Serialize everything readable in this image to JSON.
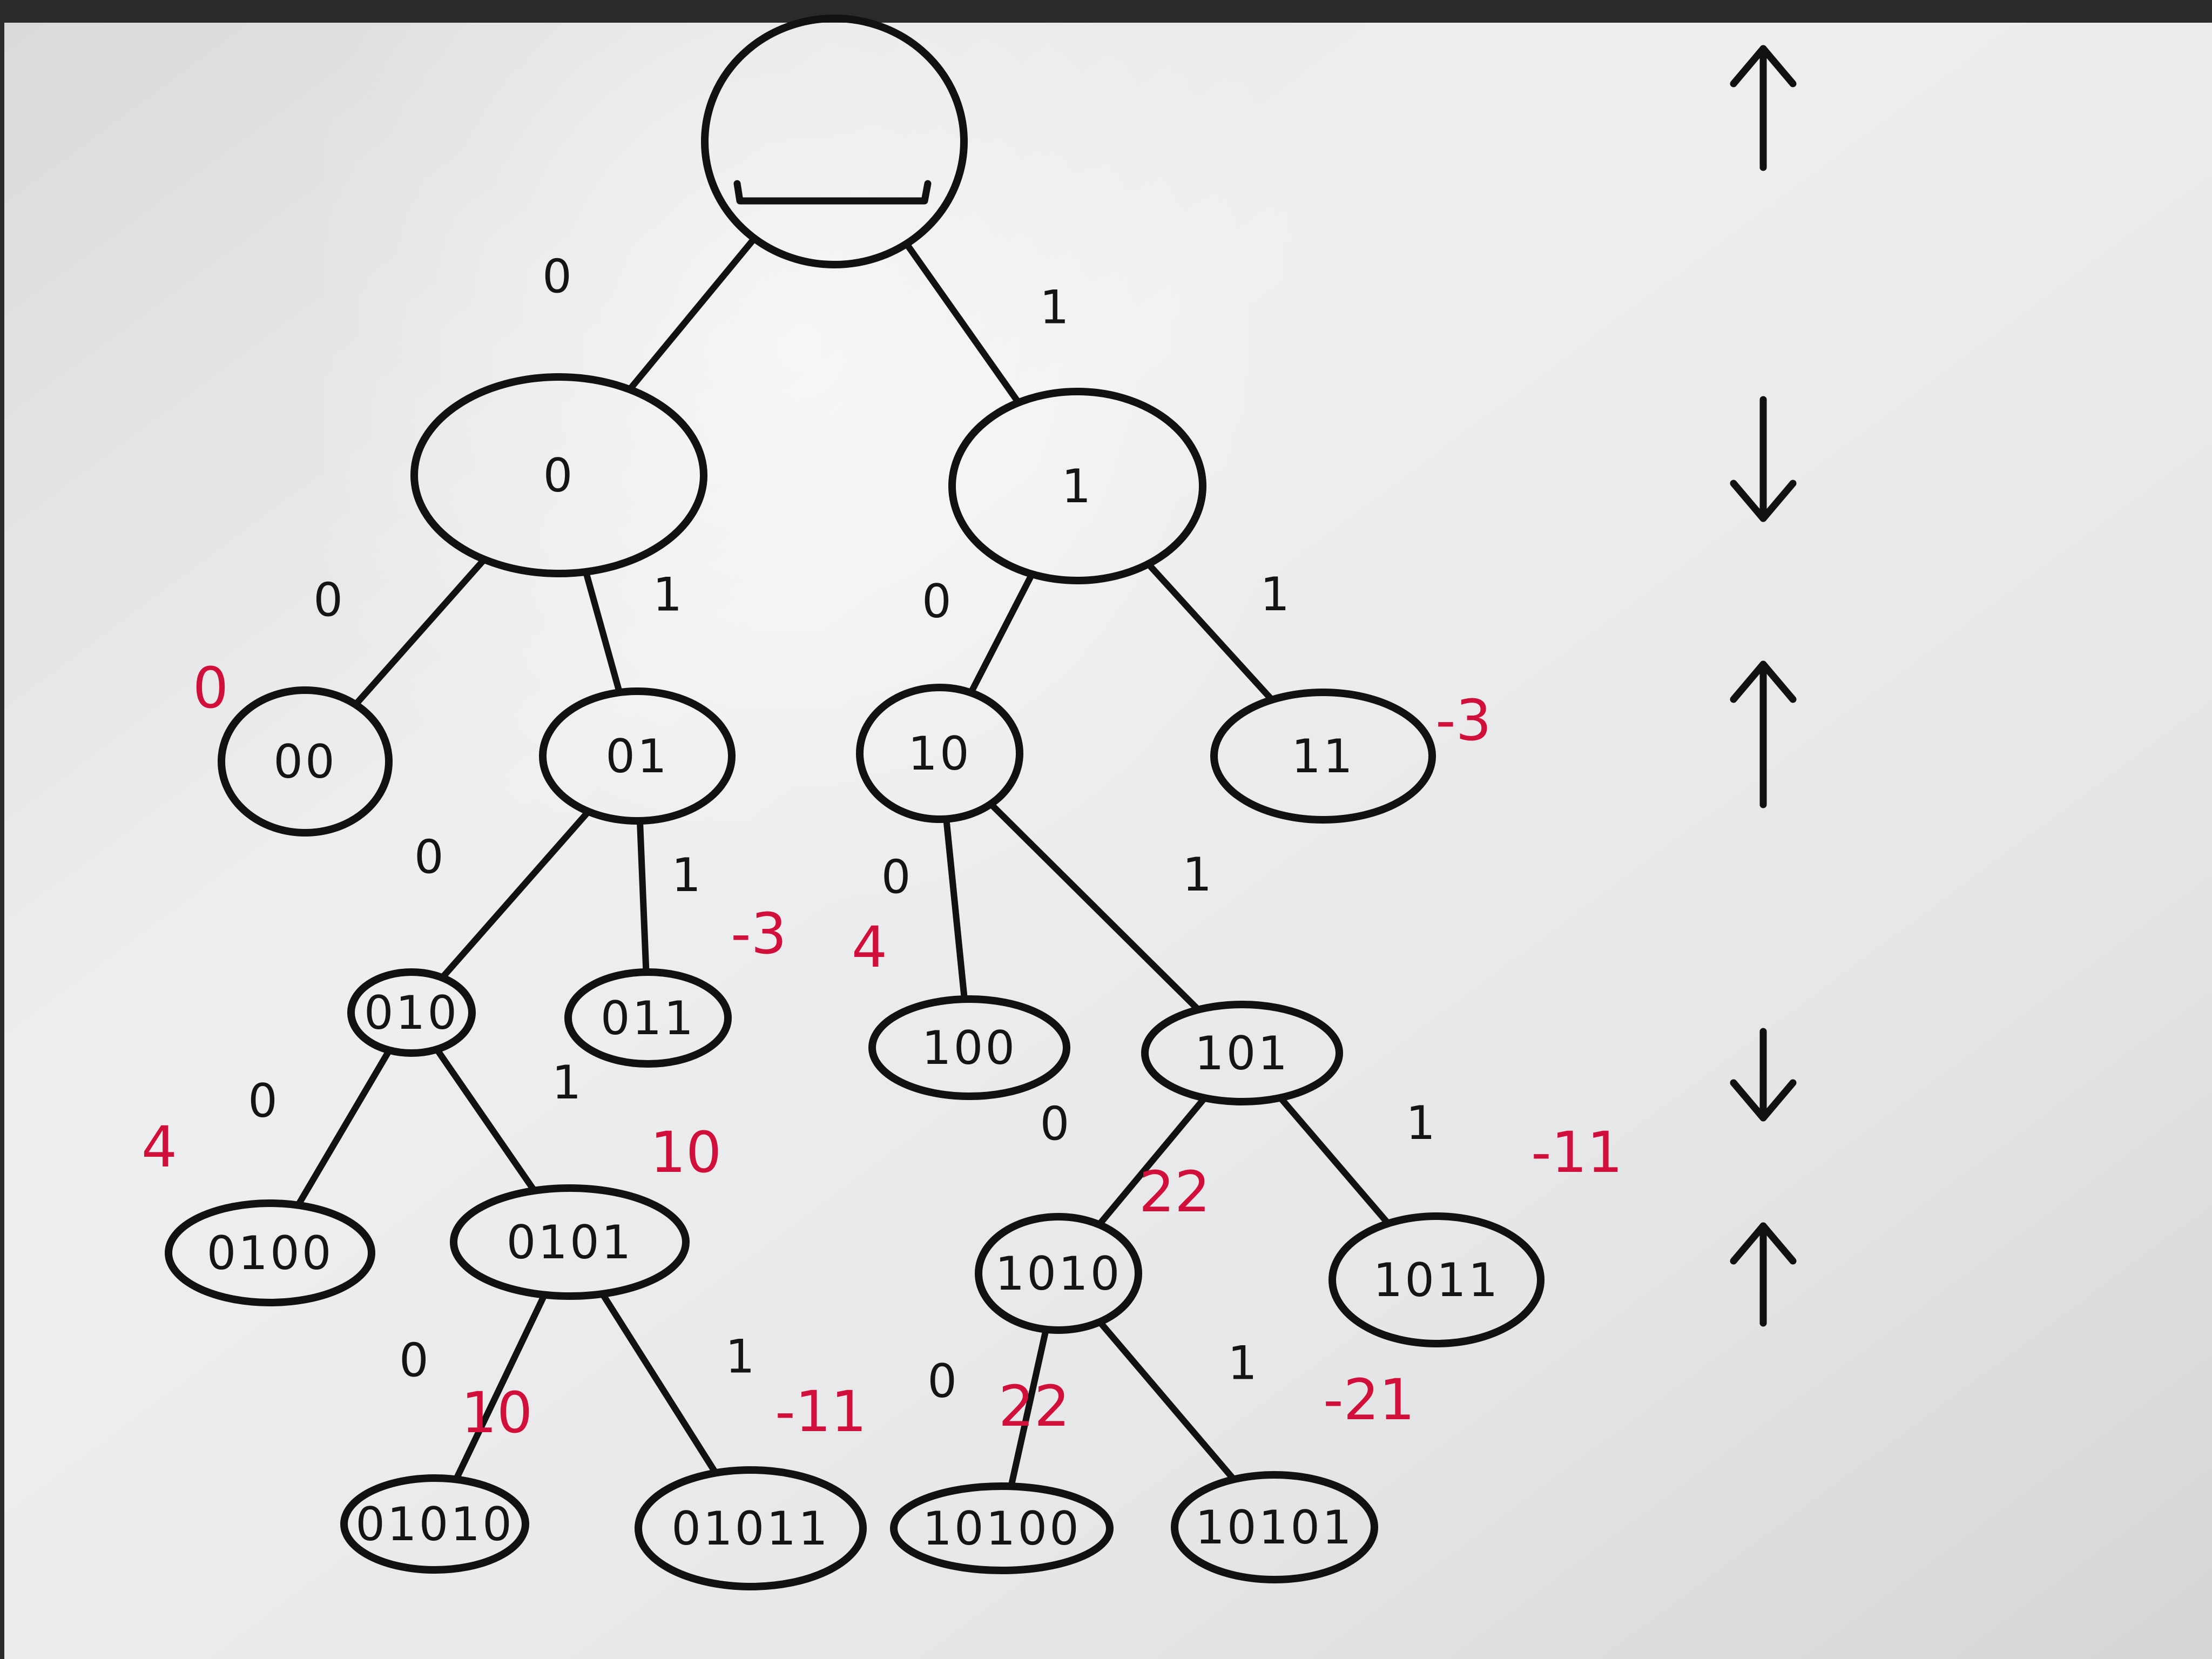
{
  "diagram": {
    "nodes": [
      {
        "id": "root",
        "label": ""
      },
      {
        "id": "n0",
        "label": "0"
      },
      {
        "id": "n1",
        "label": "1"
      },
      {
        "id": "n00",
        "label": "00"
      },
      {
        "id": "n01",
        "label": "01"
      },
      {
        "id": "n10",
        "label": "10"
      },
      {
        "id": "n11",
        "label": "11"
      },
      {
        "id": "n010",
        "label": "010"
      },
      {
        "id": "n011",
        "label": "011"
      },
      {
        "id": "n100",
        "label": "100"
      },
      {
        "id": "n101",
        "label": "101"
      },
      {
        "id": "n0100",
        "label": "0100"
      },
      {
        "id": "n0101",
        "label": "0101"
      },
      {
        "id": "n1010",
        "label": "1010"
      },
      {
        "id": "n1011",
        "label": "1011"
      },
      {
        "id": "n01010",
        "label": "01010"
      },
      {
        "id": "n01011",
        "label": "01011"
      },
      {
        "id": "n10100",
        "label": "10100"
      },
      {
        "id": "n10101",
        "label": "10101"
      }
    ],
    "edges": [
      {
        "from": "root",
        "to": "n0",
        "label": "0"
      },
      {
        "from": "root",
        "to": "n1",
        "label": "1"
      },
      {
        "from": "n0",
        "to": "n00",
        "label": "0"
      },
      {
        "from": "n0",
        "to": "n01",
        "label": "1"
      },
      {
        "from": "n1",
        "to": "n10",
        "label": "0"
      },
      {
        "from": "n1",
        "to": "n11",
        "label": "1"
      },
      {
        "from": "n01",
        "to": "n010",
        "label": "0"
      },
      {
        "from": "n01",
        "to": "n011",
        "label": "1"
      },
      {
        "from": "n10",
        "to": "n100",
        "label": "0"
      },
      {
        "from": "n10",
        "to": "n101",
        "label": "1"
      },
      {
        "from": "n010",
        "to": "n0100",
        "label": "0"
      },
      {
        "from": "n010",
        "to": "n0101",
        "label": "1"
      },
      {
        "from": "n101",
        "to": "n1010",
        "label": "0"
      },
      {
        "from": "n101",
        "to": "n1011",
        "label": "1"
      },
      {
        "from": "n0101",
        "to": "n01010",
        "label": "0"
      },
      {
        "from": "n0101",
        "to": "n01011",
        "label": "1"
      },
      {
        "from": "n1010",
        "to": "n10100",
        "label": "0"
      },
      {
        "from": "n1010",
        "to": "n10101",
        "label": "1"
      }
    ],
    "annotations": [
      {
        "node": "n00",
        "value": "0"
      },
      {
        "node": "n11",
        "value": "-3"
      },
      {
        "node": "n011",
        "value": "-3"
      },
      {
        "node": "n100",
        "value": "4"
      },
      {
        "node": "n0100",
        "value": "4"
      },
      {
        "node": "n0101",
        "value": "10"
      },
      {
        "node": "n1011",
        "value": "-11"
      },
      {
        "node": "n1010",
        "value": "22"
      },
      {
        "node": "n01010",
        "value": "10"
      },
      {
        "node": "n01011",
        "value": "-11"
      },
      {
        "node": "n10100",
        "value": "22"
      },
      {
        "node": "n10101",
        "value": "-21"
      }
    ],
    "direction_arrows": [
      "up",
      "down",
      "up",
      "down",
      "up"
    ]
  },
  "colors": {
    "board": "#ebeced",
    "ink": "#141414",
    "annotation": "#d0103a",
    "frame": "#2a2a2a"
  }
}
